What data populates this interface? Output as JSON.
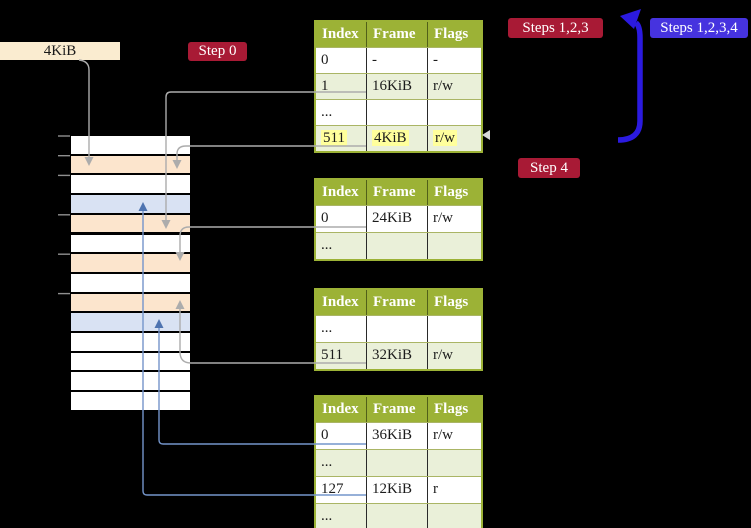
{
  "diagram_title": "recursive page table mapping",
  "labels": {
    "cr3_frame": "4KiB",
    "step0": "Step 0",
    "steps123": "Steps 1,2,3",
    "steps1234": "Steps 1,2,3,4",
    "step4": "Step 4"
  },
  "colors": {
    "background": "#000000",
    "cr3_box": "#FAECD0",
    "badge_red": "#A81A35",
    "badge_blue": "#4633DF",
    "loop_arrow_blue": "#2B1AE0",
    "table_header_green": "#9CB236",
    "table_row_shaded": "#EAF0D9",
    "highlight_yellow": "#FFFF9C",
    "stack_frame_white": "#FFFFFF",
    "stack_frame_orange": "#FCE5CD",
    "stack_frame_blue": "#D9E2F3",
    "connector_gray": "#ACACAC",
    "connector_blue": "#7495CB"
  },
  "memory_stack": {
    "description": "physical memory frames, one row = 4KiB frame",
    "rows": [
      "white",
      "orange",
      "white",
      "blue",
      "orange",
      "white",
      "orange",
      "white",
      "orange",
      "blue",
      "white",
      "white",
      "white",
      "white"
    ],
    "tick_count": 6
  },
  "tables": [
    {
      "name": "page-table-level-4",
      "headers": [
        "Index",
        "Frame",
        "Flags"
      ],
      "rows": [
        {
          "cells": [
            "0",
            "-",
            "-"
          ],
          "shaded": false,
          "highlight": false
        },
        {
          "cells": [
            "1",
            "16KiB",
            "r/w"
          ],
          "shaded": true,
          "highlight": false
        },
        {
          "cells": [
            "...",
            "",
            ""
          ],
          "shaded": false,
          "highlight": false
        },
        {
          "cells": [
            "511",
            "4KiB",
            "r/w"
          ],
          "shaded": true,
          "highlight": true
        }
      ]
    },
    {
      "name": "page-table-level-3",
      "headers": [
        "Index",
        "Frame",
        "Flags"
      ],
      "rows": [
        {
          "cells": [
            "0",
            "24KiB",
            "r/w"
          ],
          "shaded": false,
          "highlight": false
        },
        {
          "cells": [
            "...",
            "",
            ""
          ],
          "shaded": true,
          "highlight": false
        }
      ]
    },
    {
      "name": "page-table-level-2",
      "headers": [
        "Index",
        "Frame",
        "Flags"
      ],
      "rows": [
        {
          "cells": [
            "...",
            "",
            ""
          ],
          "shaded": false,
          "highlight": false
        },
        {
          "cells": [
            "511",
            "32KiB",
            "r/w"
          ],
          "shaded": true,
          "highlight": false
        }
      ]
    },
    {
      "name": "page-table-level-1",
      "headers": [
        "Index",
        "Frame",
        "Flags"
      ],
      "rows": [
        {
          "cells": [
            "0",
            "36KiB",
            "r/w"
          ],
          "shaded": false,
          "highlight": false
        },
        {
          "cells": [
            "...",
            "",
            ""
          ],
          "shaded": true,
          "highlight": false
        },
        {
          "cells": [
            "127",
            "12KiB",
            "r"
          ],
          "shaded": false,
          "highlight": false
        },
        {
          "cells": [
            "...",
            "",
            ""
          ],
          "shaded": true,
          "highlight": false
        }
      ]
    }
  ]
}
